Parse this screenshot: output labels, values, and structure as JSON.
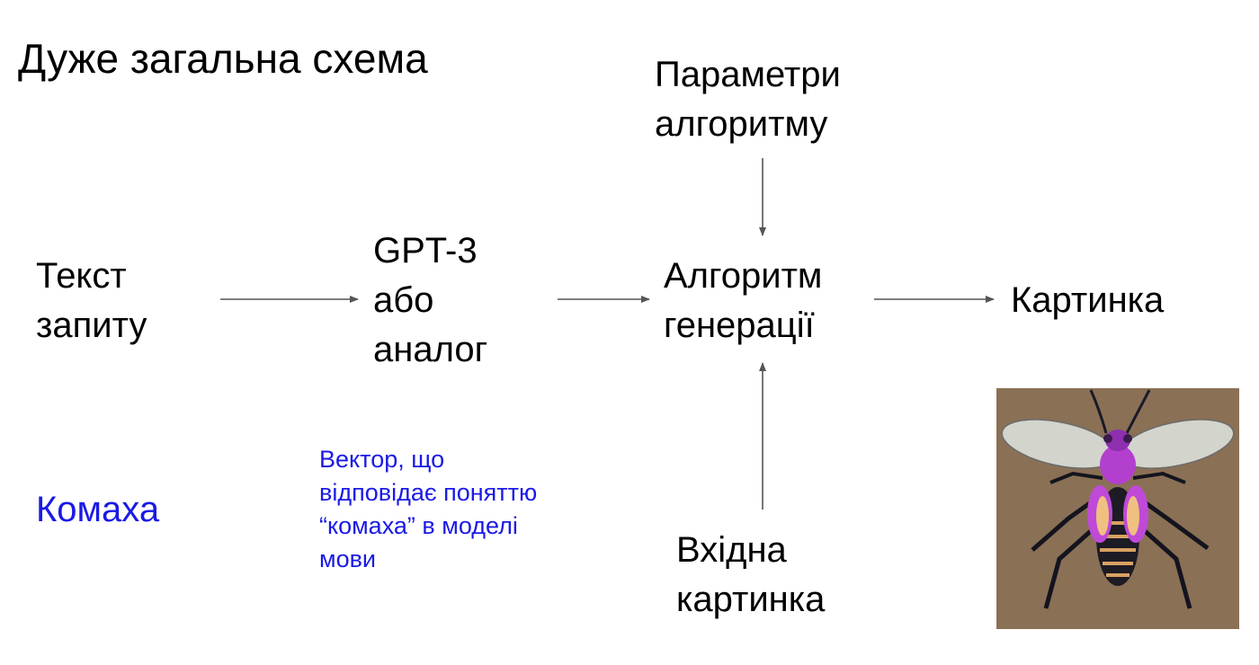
{
  "title": "Дуже загальна схема",
  "nodes": {
    "query_text": "Текст\nзапиту",
    "language_model": "GPT-3\nабо\nаналог",
    "algorithm": "Алгоритм\nгенерації",
    "parameters": "Параметри\nалгоритму",
    "input_image": "Вхідна\nкартинка",
    "output": "Картинка"
  },
  "example": {
    "query": "Комаха",
    "vector_note": "Вектор, що\nвідповідає поняттю\n“комаха” в моделі\nмови"
  },
  "colors": {
    "text": "#000000",
    "example": "#1a1ae6",
    "arrow": "#555555",
    "picture_background": "#8a7055"
  },
  "picture": {
    "subject": "insect-illustration"
  }
}
